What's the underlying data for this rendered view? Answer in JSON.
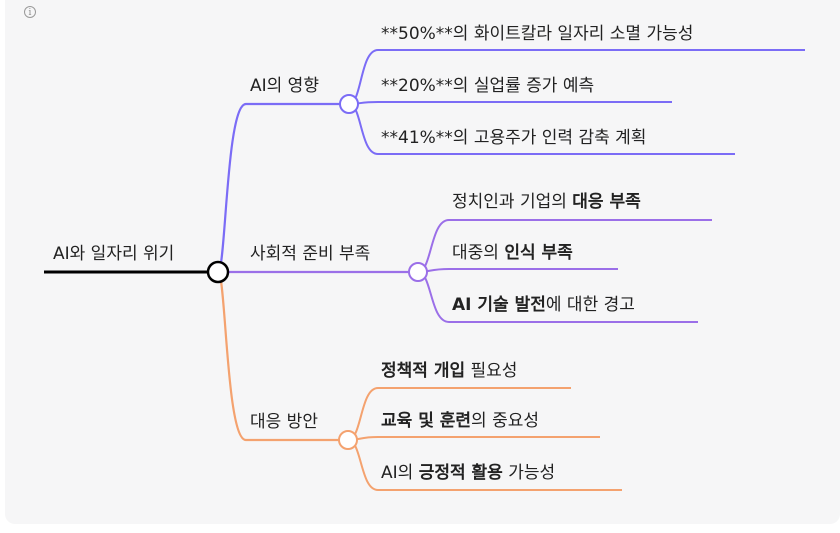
{
  "diagram": {
    "root": {
      "label": "AI와 일자리 위기"
    },
    "branches": [
      {
        "label": "AI의 영향",
        "color": "#7b6cf6",
        "children": [
          {
            "segments": [
              {
                "text": "**50%**의 화이트칼라 일자리 소멸 가능성",
                "bold": false
              }
            ]
          },
          {
            "segments": [
              {
                "text": "**20%**의 실업률 증가 예측",
                "bold": false
              }
            ]
          },
          {
            "segments": [
              {
                "text": "**41%**의 고용주가 인력 감축 계획",
                "bold": false
              }
            ]
          }
        ]
      },
      {
        "label": "사회적 준비 부족",
        "color": "#9b6fe8",
        "children": [
          {
            "segments": [
              {
                "text": "정치인과 기업의 ",
                "bold": false
              },
              {
                "text": "대응 부족",
                "bold": true
              }
            ]
          },
          {
            "segments": [
              {
                "text": "대중의 ",
                "bold": false
              },
              {
                "text": "인식 부족",
                "bold": true
              }
            ]
          },
          {
            "segments": [
              {
                "text": "AI 기술 발전",
                "bold": true
              },
              {
                "text": "에 대한 경고",
                "bold": false
              }
            ]
          }
        ]
      },
      {
        "label": "대응 방안",
        "color": "#f4a26f",
        "children": [
          {
            "segments": [
              {
                "text": "정책적 개입",
                "bold": true
              },
              {
                "text": " 필요성",
                "bold": false
              }
            ]
          },
          {
            "segments": [
              {
                "text": "교육 및 훈련",
                "bold": true
              },
              {
                "text": "의 중요성",
                "bold": false
              }
            ]
          },
          {
            "segments": [
              {
                "text": "AI의 ",
                "bold": false
              },
              {
                "text": "긍정적 활용",
                "bold": true
              },
              {
                "text": " 가능성",
                "bold": false
              }
            ]
          }
        ]
      }
    ]
  },
  "info_icon": {
    "name": "info-icon",
    "glyph": "i"
  }
}
